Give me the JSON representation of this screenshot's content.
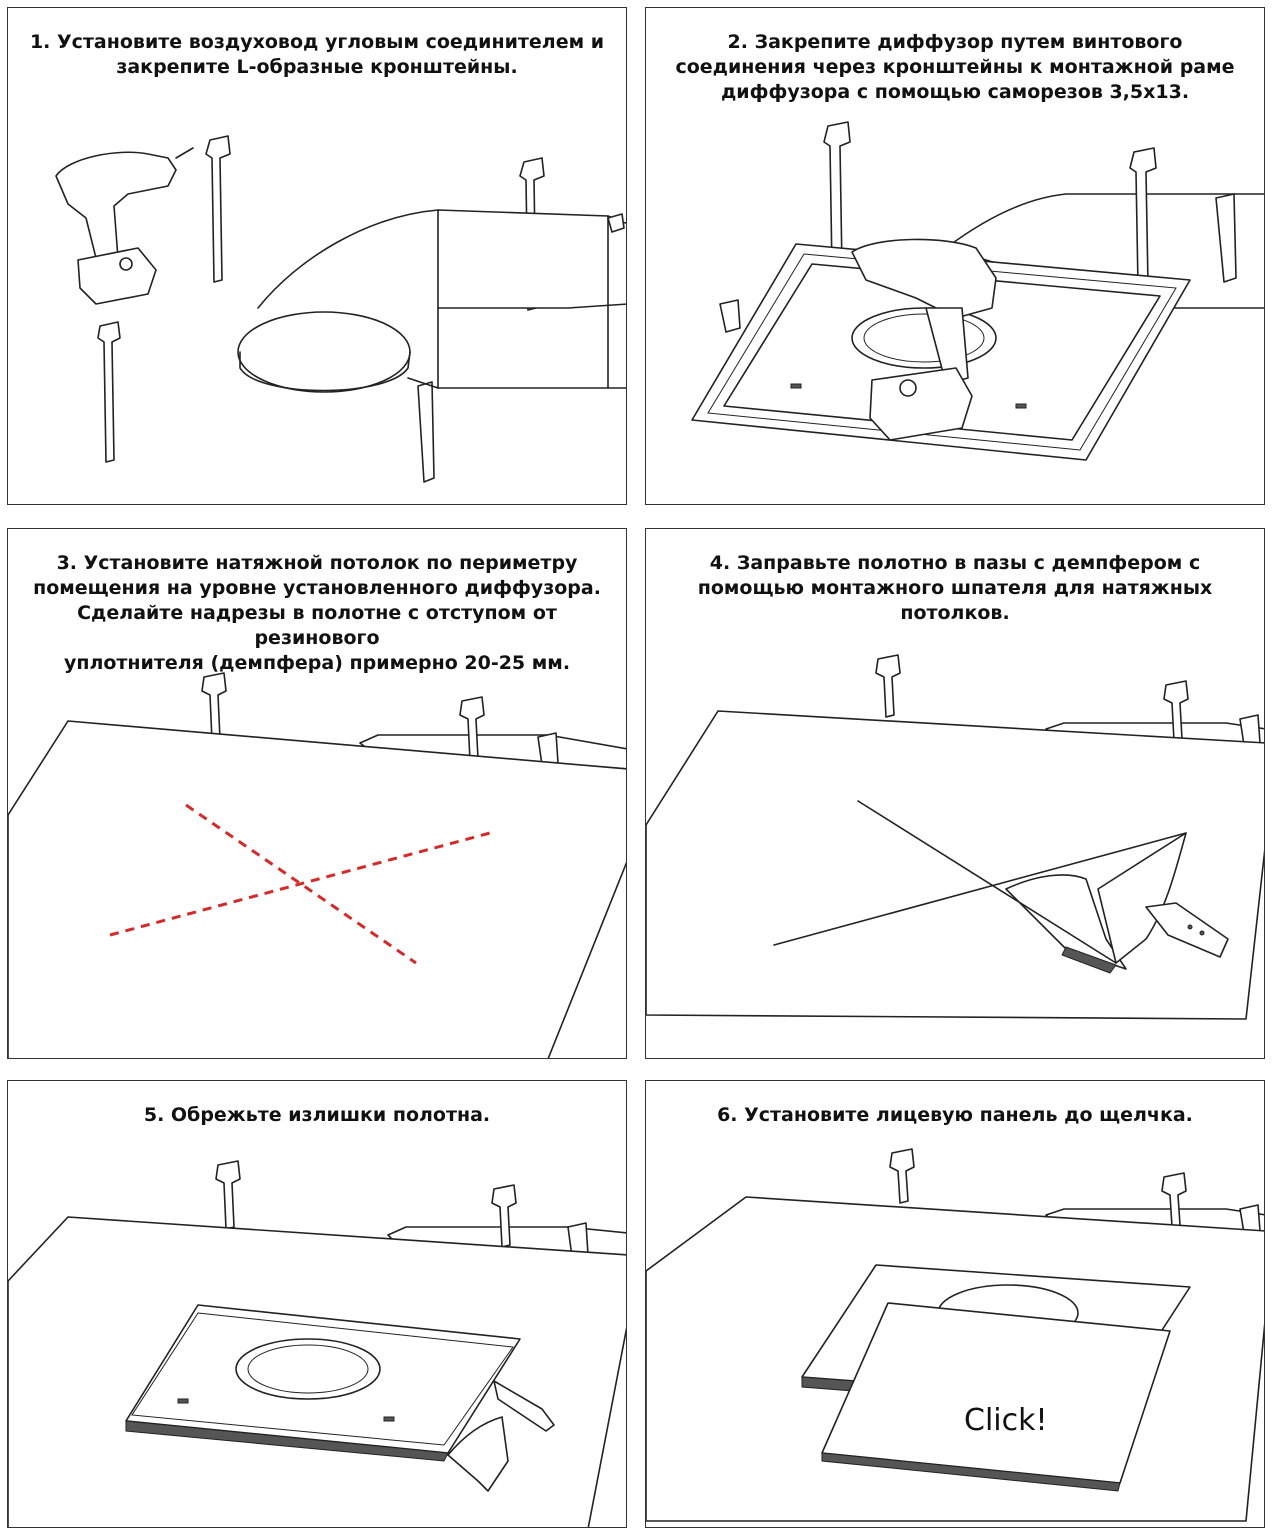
{
  "steps": [
    {
      "lines": [
        "1. Установите воздуховод угловым соединителем и",
        "закрепите L-образные кронштейны."
      ]
    },
    {
      "lines": [
        "2. Закрепите диффузор путем винтового",
        "соединения через кронштейны к монтажной раме",
        "диффузора с помощью саморезов 3,5х13."
      ]
    },
    {
      "lines": [
        "3. Установите натяжной потолок по периметру",
        "помещения на уровне установленного диффузора.",
        "Сделайте надрезы в полотне с отступом от резинового",
        "уплотнителя (демпфера) примерно 20-25 мм."
      ]
    },
    {
      "lines": [
        "4. Заправьте полотно в пазы с демпфером с",
        "помощью монтажного шпателя для натяжных",
        "потолков."
      ]
    },
    {
      "lines": [
        "5. Обрежьте излишки полотна."
      ]
    },
    {
      "lines": [
        "6. Установите лицевую панель до щелчка."
      ]
    }
  ],
  "click_text": "Click!",
  "colors": {
    "cut_line": "#d42a2a",
    "stroke": "#222222"
  },
  "icons": [
    "drill-icon",
    "bracket-icon",
    "duct-icon",
    "diffuser-frame-icon",
    "spatula-icon",
    "knife-icon",
    "face-panel-icon"
  ]
}
